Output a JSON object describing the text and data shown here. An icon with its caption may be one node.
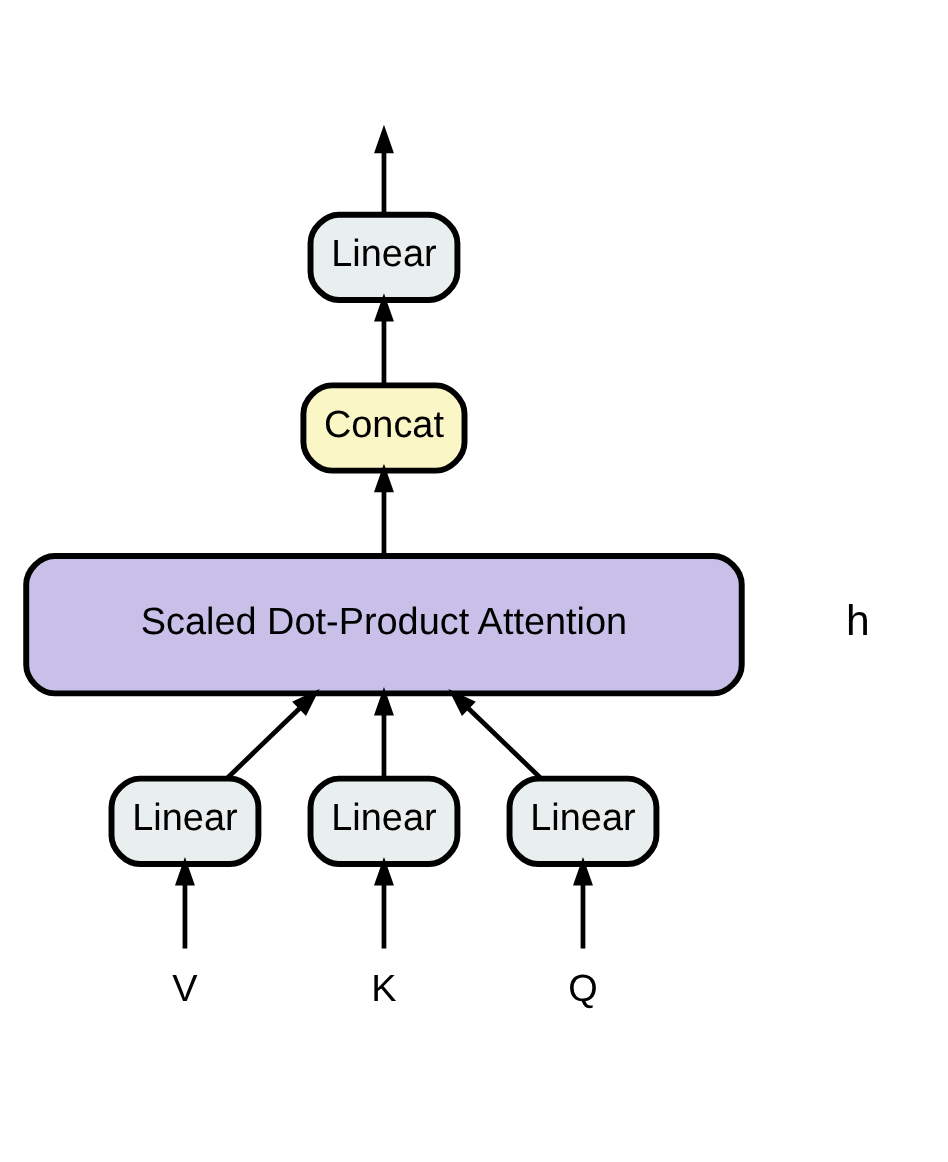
{
  "diagram": {
    "nodes": [
      {
        "text": [
          "Linear"
        ]
      },
      {
        "text": [
          "Concat"
        ]
      },
      {
        "text": [
          "Scaled Dot-Product Attention"
        ]
      },
      {
        "text": [
          "Linear"
        ]
      },
      {
        "text": [
          "Linear"
        ]
      },
      {
        "text": [
          "Linear"
        ]
      },
      {
        "text": [
          "V"
        ]
      },
      {
        "text": [
          "K"
        ]
      },
      {
        "text": [
          "Q"
        ]
      }
    ],
    "edges": [
      {
        "from": 0,
        "to": null,
        "arrow": "to"
      },
      {
        "from": 1,
        "to": 0,
        "arrow": "to"
      },
      {
        "from": 2,
        "to": 1,
        "arrow": "to"
      },
      {
        "from": 3,
        "to": 2,
        "arrow": "to"
      },
      {
        "from": 4,
        "to": 2,
        "arrow": "to"
      },
      {
        "from": 5,
        "to": 2,
        "arrow": "to"
      },
      {
        "from": 6,
        "to": 3,
        "arrow": "to"
      },
      {
        "from": 7,
        "to": 4,
        "arrow": "to"
      },
      {
        "from": 8,
        "to": 5,
        "arrow": "to"
      }
    ],
    "labels": [
      "h"
    ]
  }
}
